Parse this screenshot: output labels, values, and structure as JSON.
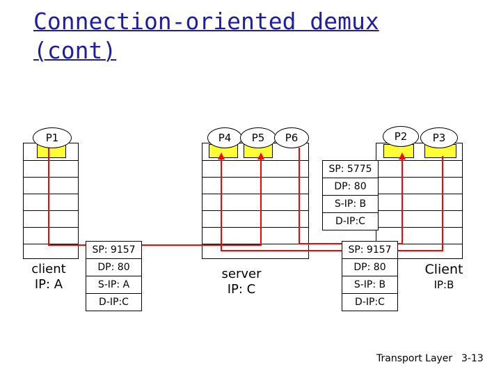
{
  "title": {
    "line1": "Connection-oriented demux",
    "line2": "(cont)"
  },
  "processes": {
    "p1": "P1",
    "p4": "P4",
    "p5": "P5",
    "p6": "P6",
    "p2": "P2",
    "p3": "P3"
  },
  "segment_b_to_c": {
    "sp": "SP: 5775",
    "dp": "DP: 80",
    "sip": "S-IP: B",
    "dip": "D-IP:C"
  },
  "segment_a_to_c": {
    "sp": "SP: 9157",
    "dp": "DP: 80",
    "sip": "S-IP: A",
    "dip": "D-IP:C"
  },
  "segment_b2_to_c": {
    "sp": "SP: 9157",
    "dp": "DP: 80",
    "sip": "S-IP: B",
    "dip": "D-IP:C"
  },
  "hosts": {
    "client_a_line1": "client",
    "client_a_line2": "IP: A",
    "server_line1": "server",
    "server_line2": "IP: C",
    "client_b_line1": "Client",
    "client_b_line2": "IP:B"
  },
  "footer": {
    "section": "Transport Layer",
    "page": "3-13"
  },
  "colors": {
    "title": "#1f1f9e",
    "connection": "#ff0000",
    "process": "#ffff33"
  }
}
